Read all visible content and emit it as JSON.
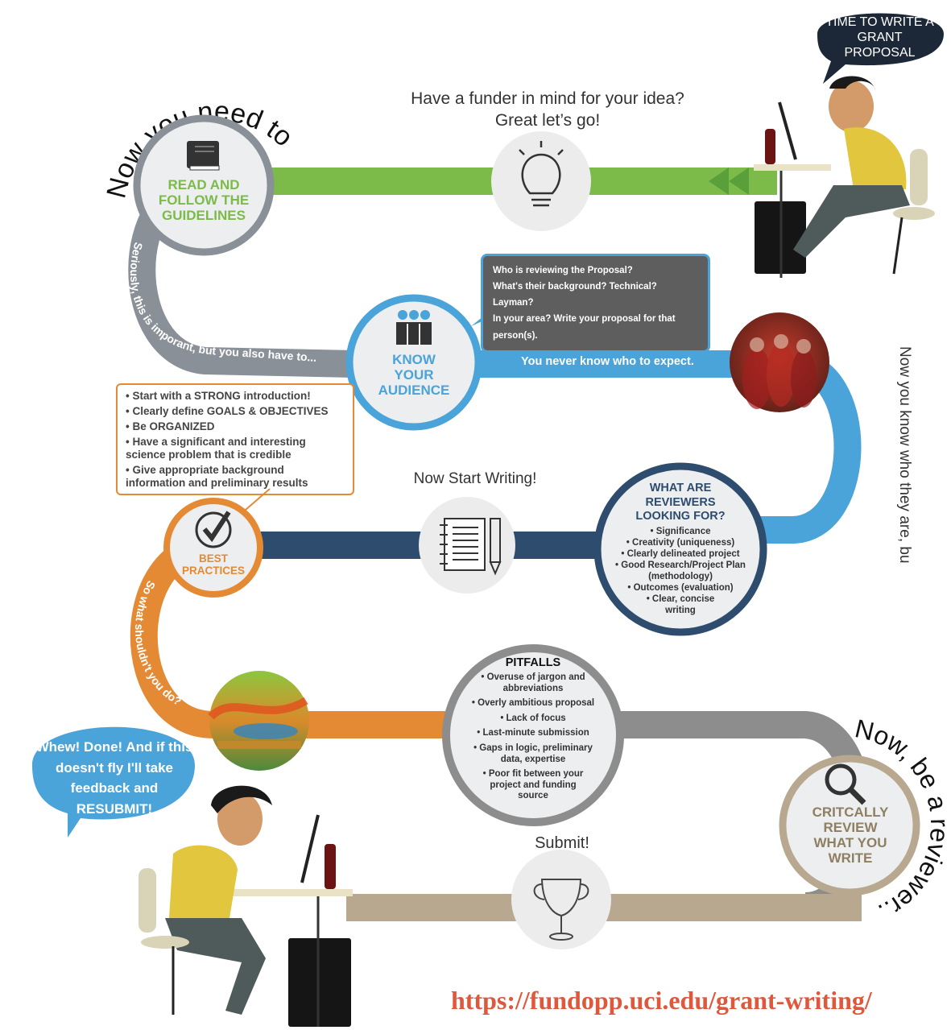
{
  "colors": {
    "green": "#7cbb4a",
    "blue": "#4aa3d9",
    "navy": "#2e4c6d",
    "orange": "#e58a34",
    "gray": "#8d8d8d",
    "tan": "#b8a88f",
    "dark_text": "#2e4c6d",
    "url": "#e0583c"
  },
  "speech_top": {
    "text": "TIME TO WRITE A GRANT PROPOSAL"
  },
  "speech_bottom": {
    "text": "Whew! Done! And if this doesn't fly I'll take feedback and RESUBMIT!"
  },
  "intro": {
    "line1": "Have a funder in mind for your idea?",
    "line2": "Great let’s go!"
  },
  "curved": {
    "now_you_need": "Now you need to...",
    "seriously": "Seriously, this is imporant, but you also have to...",
    "right_side": "Now you know who they are, but what do they want?",
    "so_what": "So what shouldn't you do?",
    "be_reviewer": "Now, be a reviewer..."
  },
  "steps": {
    "guidelines": {
      "title": "READ AND FOLLOW THE GUIDELINES",
      "icon": "book-icon"
    },
    "audience": {
      "title": "KNOW YOUR AUDIENCE",
      "icon": "audience-icon"
    },
    "reviewers": {
      "title": "WHAT ARE REVIEWERS LOOKING FOR?",
      "items": [
        "• Significance",
        "• Creativity (uniqueness)",
        "• Clearly delineated project",
        "• Good Research/Project Plan (methodology)",
        "• Outcomes (evaluation)",
        "• Clear, concise writing"
      ]
    },
    "best_practices": {
      "title": "BEST PRACTICES",
      "icon": "checkmark-icon"
    },
    "pitfalls": {
      "title": "PITFALLS",
      "items": [
        "• Overuse of jargon and abbreviations",
        "• Overly ambitious proposal",
        "• Lack of focus",
        "• Last-minute submission",
        "• Gaps in logic, preliminary data, expertise",
        "• Poor fit between your project and funding source"
      ]
    },
    "critically_review": {
      "title": "CRITCALLY REVIEW WHAT YOU WRITE",
      "icon": "magnifier-icon"
    }
  },
  "audience_tip": {
    "lines": [
      "Who is reviewing the Proposal?",
      "What's their background? Technical? Layman?",
      "In your area? Write your proposal for that person(s)."
    ]
  },
  "expect_text": "You never know who to expect.",
  "start_writing": "Now Start Writing!",
  "submit": "Submit!",
  "best_practices_box": {
    "items": [
      "• Start with a STRONG introduction!",
      "• Clearly define GOALS & OBJECTIVES",
      "• Be ORGANIZED",
      "• Have a significant and interesting science  problem that is credible",
      "• Give appropriate background information and preliminary results"
    ]
  },
  "icons": [
    "lightbulb-icon",
    "notebook-icon",
    "pencil-icon",
    "trophy-icon"
  ],
  "url": "https://fundopp.uci.edu/grant-writing/"
}
